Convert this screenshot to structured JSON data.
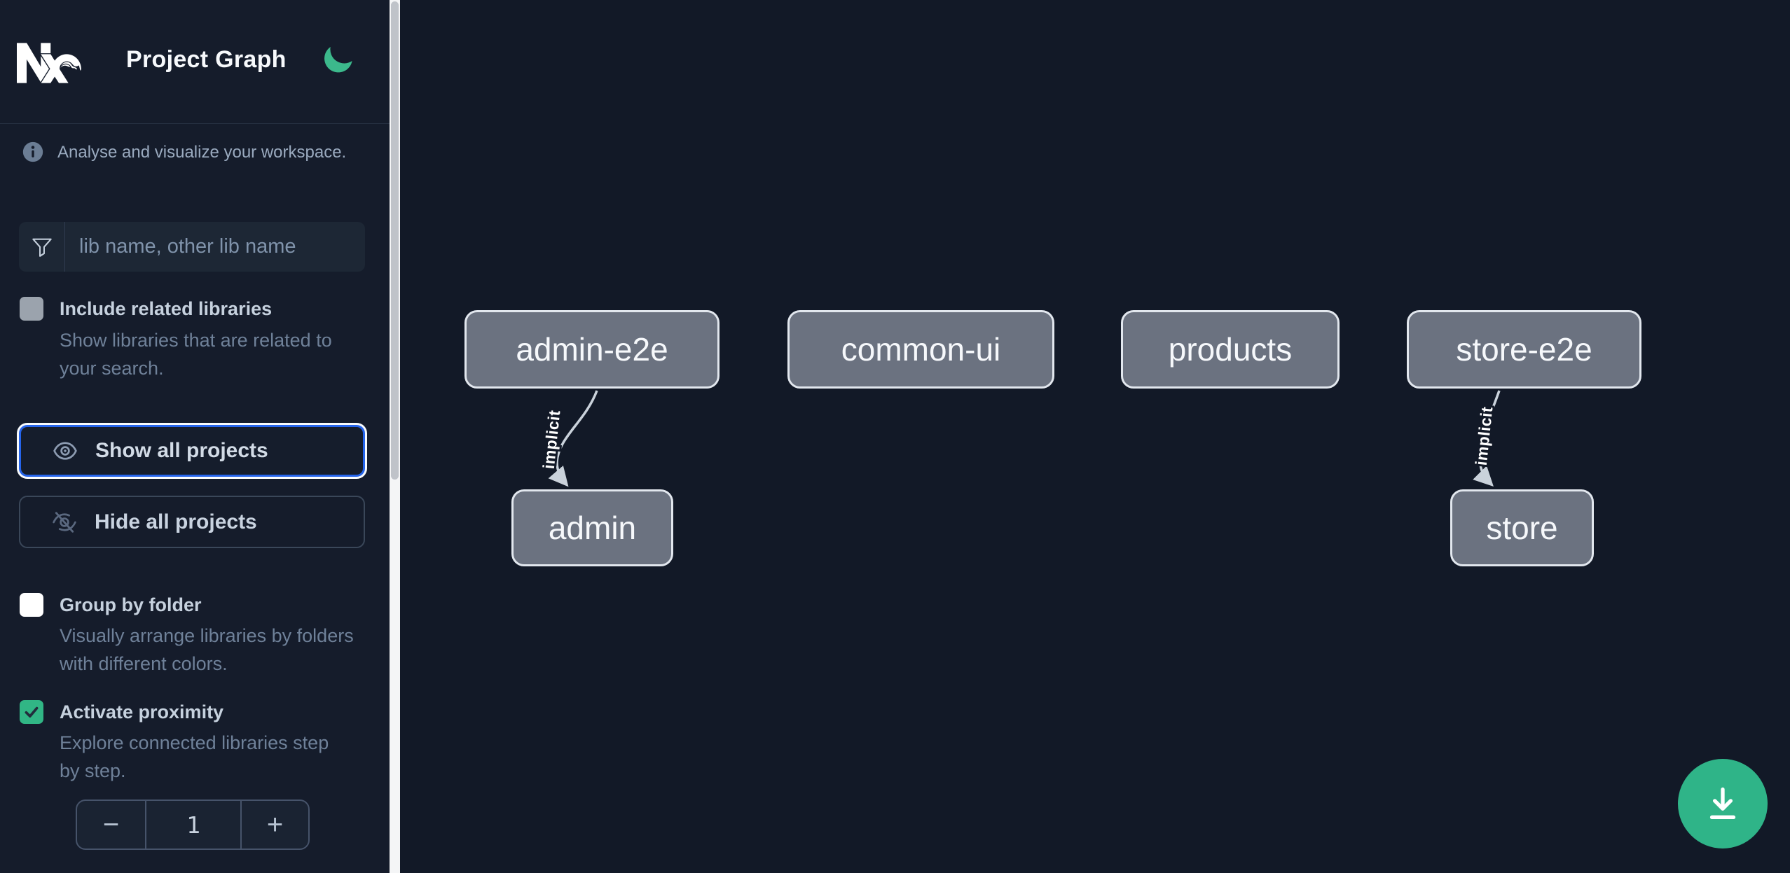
{
  "sidebar": {
    "brand": {
      "logo": "nx-logo",
      "title": "Project Graph",
      "theme_toggle": "moon-icon"
    },
    "intro": "Analyse and visualize your workspace.",
    "filter": {
      "icon": "funnel-icon",
      "placeholder": "lib name, other lib name",
      "value": ""
    },
    "include_related": {
      "label": "Include related libraries",
      "description": "Show libraries that are related to your search.",
      "checked": false
    },
    "show_all": {
      "label": "Show all projects",
      "icon": "eye-icon",
      "focused": true
    },
    "hide_all": {
      "label": "Hide all projects",
      "icon": "eye-off-icon"
    },
    "group_by_folder": {
      "label": "Group by folder",
      "description": "Visually arrange libraries by folders with different colors.",
      "checked": false
    },
    "activate_proximity": {
      "label": "Activate proximity",
      "description": "Explore connected libraries step by step.",
      "checked": true
    },
    "proximity_stepper": {
      "decrease": "−",
      "value": "1",
      "increase": "+"
    }
  },
  "graph": {
    "nodes": [
      {
        "id": "admin-e2e",
        "label": "admin-e2e"
      },
      {
        "id": "common-ui",
        "label": "common-ui"
      },
      {
        "id": "products",
        "label": "products"
      },
      {
        "id": "store-e2e",
        "label": "store-e2e"
      },
      {
        "id": "admin",
        "label": "admin"
      },
      {
        "id": "store",
        "label": "store"
      }
    ],
    "edges": [
      {
        "from": "admin-e2e",
        "to": "admin",
        "label": "implicit",
        "type": "implicit"
      },
      {
        "from": "store-e2e",
        "to": "store",
        "label": "implicit",
        "type": "implicit"
      }
    ]
  },
  "fab": {
    "icon": "download-icon"
  },
  "colors": {
    "accent_green": "#2fb488",
    "moon_green": "#3cb98c",
    "checkbox_green": "#31b685",
    "focus_blue": "#2564eb",
    "node_fill": "#6b7280",
    "node_border": "#e2e7ee",
    "sidebar_bg": "#151c2b",
    "canvas_bg": "#121927",
    "edge_color": "#cad2db"
  }
}
